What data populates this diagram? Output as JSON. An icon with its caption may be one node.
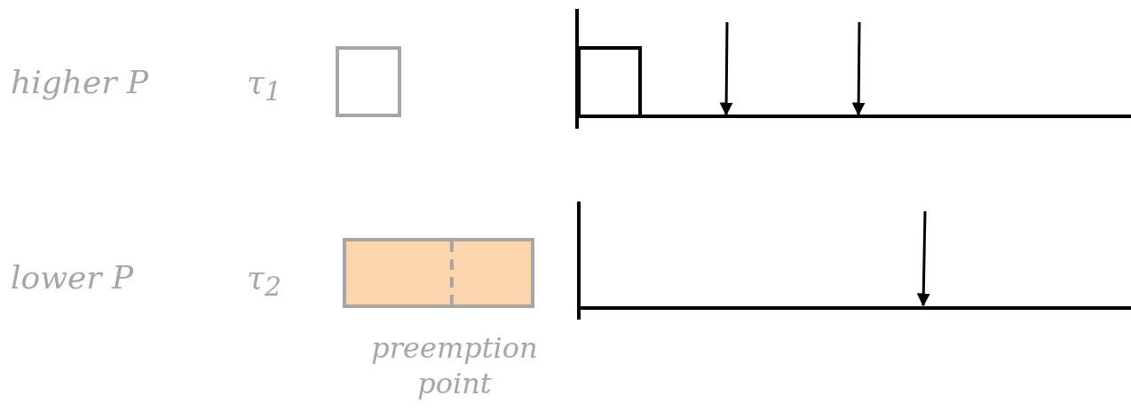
{
  "diagram": {
    "nodes": [
      {
        "text": [],
        "shape": "box"
      },
      {
        "text": [],
        "shape": "box"
      }
    ],
    "labels": [
      "higher P",
      "τ$_{1}$",
      "lower P",
      "τ$_{2}$",
      "preemption point"
    ]
  }
}
